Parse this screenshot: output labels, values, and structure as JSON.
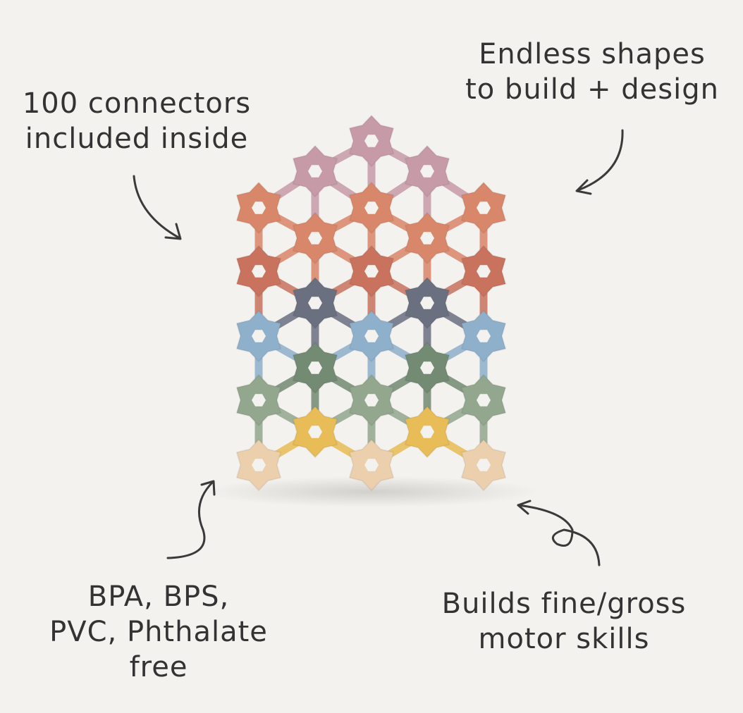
{
  "callouts": {
    "connectors": {
      "line1": "100 connectors",
      "line2": "included inside"
    },
    "shapes": {
      "line1": "Endless shapes",
      "line2": "to build + design"
    },
    "materials": {
      "line1": "BPA, BPS,",
      "line2": "PVC, Phthalate",
      "line3": "free"
    },
    "motor": {
      "line1": "Builds fine/gross",
      "line2": "motor skills"
    }
  },
  "colors": {
    "background": "#f4f2ee",
    "mauve": "#c79aa8",
    "terracotta": "#d9876a",
    "rust": "#c9735f",
    "slate": "#6b7081",
    "blue": "#8fb0cb",
    "sage_dark": "#738a73",
    "sage": "#92a78e",
    "mustard": "#e8bd57",
    "sand": "#eccfad"
  },
  "icons": [
    "arrow-icon",
    "flower-connector-icon"
  ]
}
